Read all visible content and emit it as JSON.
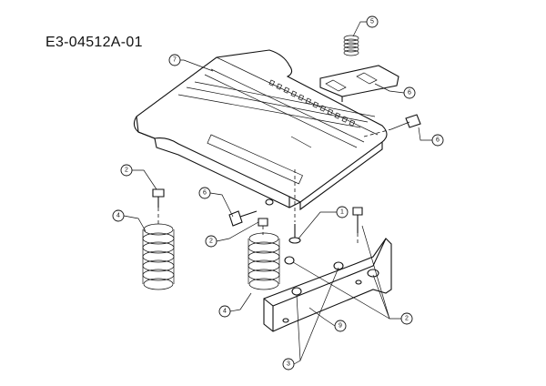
{
  "drawing_number": "E3-04512A-01",
  "callouts": {
    "c1": "1",
    "c2a": "2",
    "c2b": "2",
    "c2c": "2",
    "c3": "3",
    "c4a": "4",
    "c4b": "4",
    "c5": "5",
    "c6a": "6",
    "c6b": "6",
    "c6c": "6",
    "c7": "7",
    "c9": "9"
  }
}
